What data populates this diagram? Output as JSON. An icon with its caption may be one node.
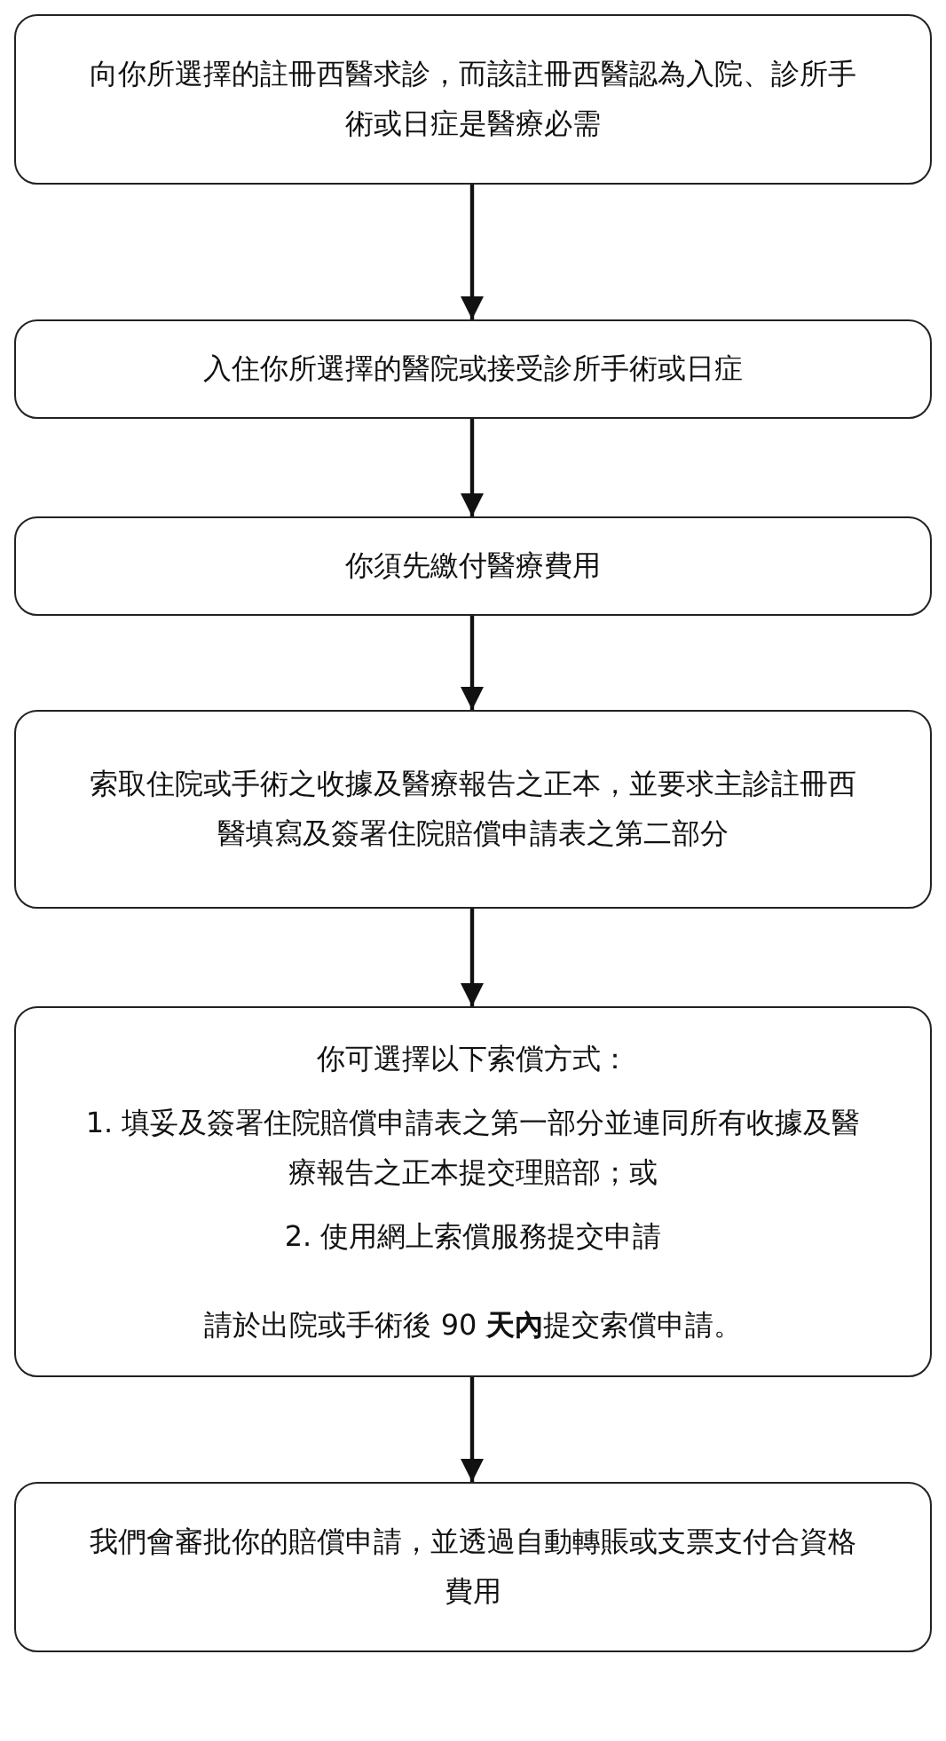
{
  "diagram": {
    "nodes": [
      {
        "text": [
          "向你所選擇的註冊西醫求診，而該註冊西醫認為入院、診所手術或日症是醫療必需"
        ]
      },
      {
        "text": [
          "入住你所選擇的醫院或接受診所手術或日症"
        ]
      },
      {
        "text": [
          "你須先繳付醫療費用"
        ]
      },
      {
        "text": [
          "索取住院或手術之收據及醫療報告之正本，並要求主診註冊西醫填寫及簽署住院賠償申請表之第二部分"
        ]
      },
      {
        "text": [
          "你可選擇以下索償方式：",
          "1. 填妥及簽署住院賠償申請表之第一部分並連同所有收據及醫療報告之正本提交理賠部；或",
          "2. 使用網上索償服務提交申請",
          "請於出院或手術後 90 **天內**提交索償申請。"
        ]
      },
      {
        "text": [
          "我們會審批你的賠償申請，並透過自動轉賬或支票支付合資格費用"
        ]
      }
    ],
    "edges": [
      {
        "from": 0,
        "to": 1,
        "arrow": "to"
      },
      {
        "from": 1,
        "to": 2,
        "arrow": "to"
      },
      {
        "from": 2,
        "to": 3,
        "arrow": "to"
      },
      {
        "from": 3,
        "to": 4,
        "arrow": "to"
      },
      {
        "from": 4,
        "to": 5,
        "arrow": "to"
      }
    ]
  }
}
